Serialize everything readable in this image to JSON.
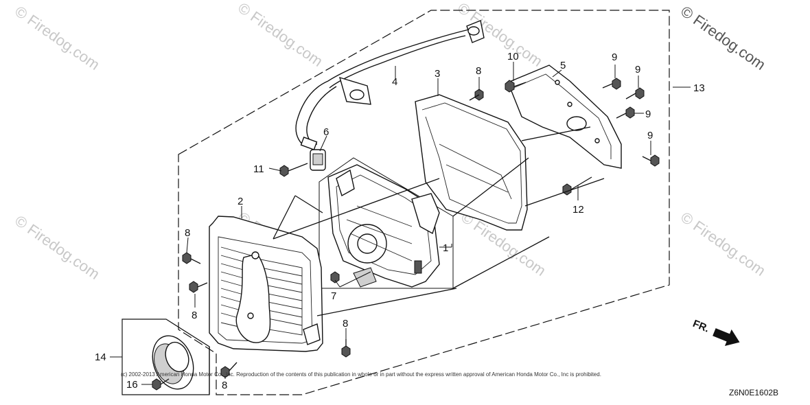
{
  "watermark": {
    "text": "© Firedog.com",
    "corner_text": "© Firedog.com"
  },
  "callouts": {
    "c1": "1",
    "c2": "2",
    "c3": "3",
    "c4": "4",
    "c5": "5",
    "c6": "6",
    "c7": "7",
    "c8a": "8",
    "c8b": "8",
    "c8c": "8",
    "c8d": "8",
    "c8e": "8",
    "c9a": "9",
    "c9b": "9",
    "c9c": "9",
    "c9d": "9",
    "c10": "10",
    "c11": "11",
    "c12": "12",
    "c13": "13",
    "c14": "14",
    "c16": "16"
  },
  "direction_label": "FR.",
  "copyright": "(c) 2002-2013 American Honda Motor Co., Inc. Reproduction of the contents of this publication in whole or in part without the express written approval of American Honda Motor Co., Inc is prohibited.",
  "diagram_code": "Z6N0E1602B",
  "colors": {
    "line": "#111111",
    "watermark": "#c8c8c8",
    "background": "#ffffff"
  }
}
